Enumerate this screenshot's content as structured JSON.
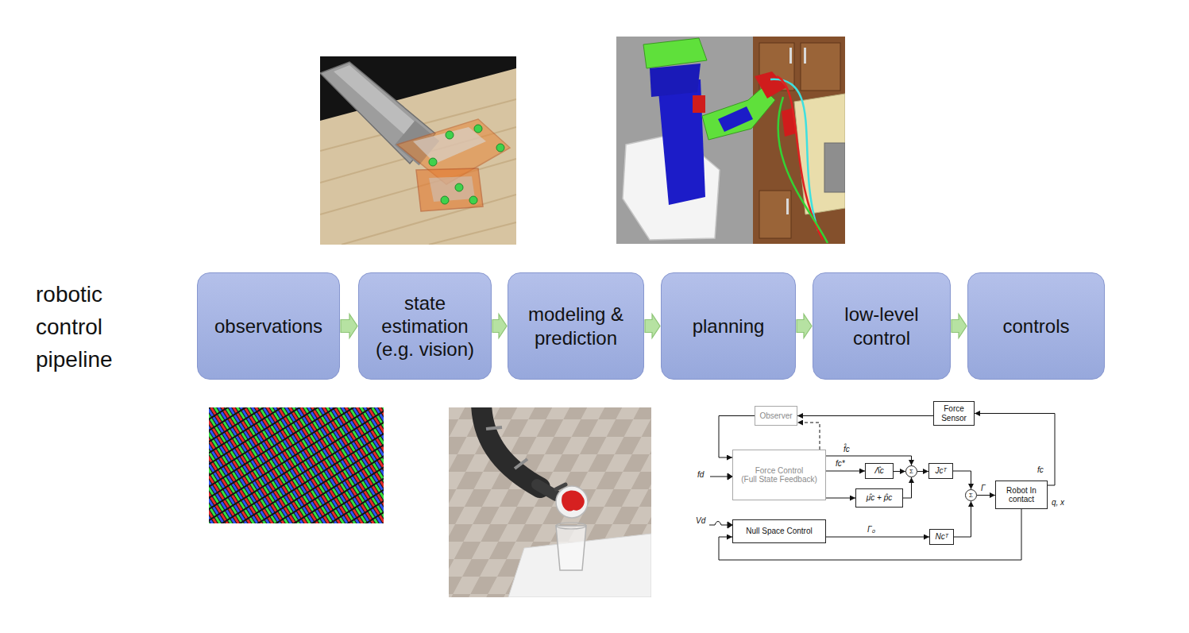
{
  "diagram": {
    "nodes": [
      {
        "text": [
          "observations"
        ]
      },
      {
        "text": [
          "state estimation (e.g. vision)"
        ]
      },
      {
        "text": [
          "modeling & prediction"
        ]
      },
      {
        "text": [
          "planning"
        ]
      },
      {
        "text": [
          "low-level control"
        ]
      },
      {
        "text": [
          "controls"
        ]
      },
      {
        "text": [
          "Observer"
        ]
      },
      {
        "text": [
          "Force Sensor"
        ]
      },
      {
        "text": [
          "Force Control",
          "(Full State Feedback)"
        ]
      },
      {
        "text": [
          "Λ̂c"
        ]
      },
      {
        "text": [
          "Σ"
        ]
      },
      {
        "text": [
          "Jcᵀ"
        ]
      },
      {
        "text": [
          "Robot In contact"
        ]
      },
      {
        "text": [
          "μ̂c + p̂c"
        ]
      },
      {
        "text": [
          "Σ"
        ]
      },
      {
        "text": [
          "Null Space Control"
        ]
      },
      {
        "text": [
          "Ncᵀ"
        ]
      }
    ],
    "edges": [
      {
        "from": 0,
        "to": 1,
        "arrow": "to"
      },
      {
        "from": 1,
        "to": 2,
        "arrow": "to"
      },
      {
        "from": 2,
        "to": 3,
        "arrow": "to"
      },
      {
        "from": 3,
        "to": 4,
        "arrow": "to"
      },
      {
        "from": 4,
        "to": 5,
        "arrow": "to"
      },
      {
        "from": 7,
        "to": 6,
        "arrow": "to"
      },
      {
        "from": 6,
        "to": 8,
        "arrow": "to"
      },
      {
        "from": 8,
        "to": 9,
        "label": "fc*",
        "arrow": "to"
      },
      {
        "from": 8,
        "to": 10,
        "label": "f̂c",
        "arrow": "to"
      },
      {
        "from": 8,
        "to": 13,
        "arrow": "to"
      },
      {
        "from": 9,
        "to": 10,
        "arrow": "to"
      },
      {
        "from": 13,
        "to": 10,
        "arrow": "to"
      },
      {
        "from": 10,
        "to": 11,
        "arrow": "to"
      },
      {
        "from": 11,
        "to": 14,
        "arrow": "to"
      },
      {
        "from": 14,
        "to": 12,
        "label": "Γ",
        "arrow": "to"
      },
      {
        "from": 15,
        "to": 16,
        "label": "Γ₀",
        "arrow": "to"
      },
      {
        "from": 16,
        "to": 14,
        "arrow": "to"
      },
      {
        "from": 12,
        "to": 7,
        "label": "fc",
        "arrow": "to"
      },
      {
        "from": 8,
        "to": 6,
        "arrow": "to"
      },
      {
        "from": 12,
        "to": 15,
        "label": "q, x",
        "arrow": "to"
      }
    ],
    "labels": [
      "robotic control pipeline",
      "fd",
      "Vd"
    ]
  }
}
